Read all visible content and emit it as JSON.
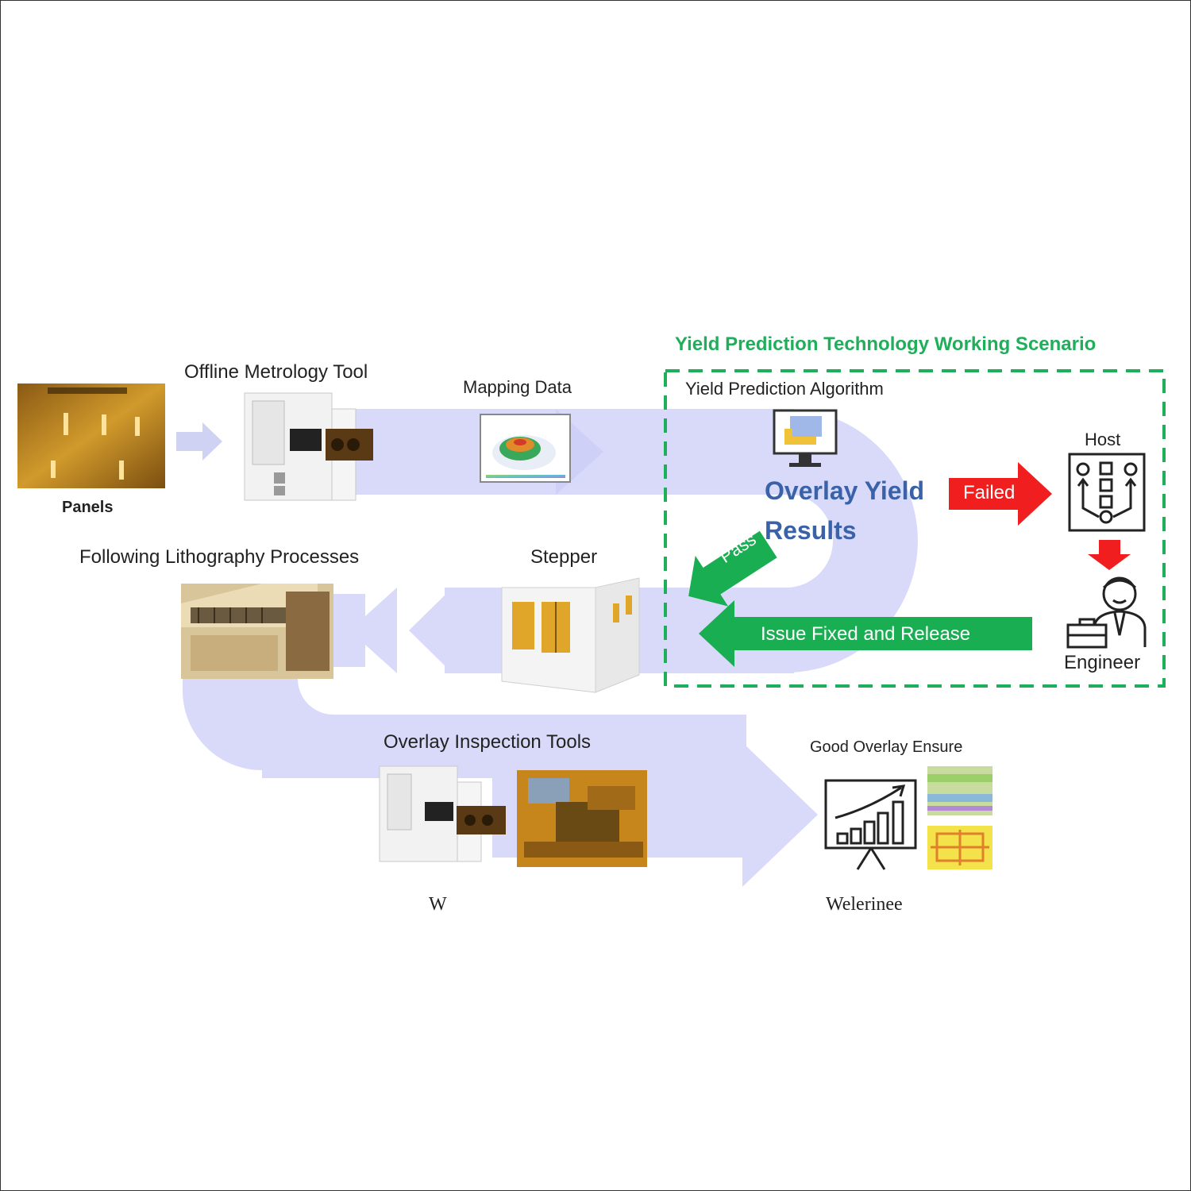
{
  "scenario": {
    "title": "Yield Prediction Technology Working Scenario",
    "algorithm_label": "Yield Prediction Algorithm",
    "results_line1": "Overlay Yield",
    "results_line2": "Results",
    "failed_label": "Failed",
    "pass_label": "Pass",
    "host_label": "Host",
    "engineer_label": "Engineer",
    "release_label": "Issue Fixed and Release"
  },
  "flow": {
    "panels_label": "Panels",
    "metrology_label": "Offline Metrology Tool",
    "mapping_label": "Mapping Data",
    "litho_label": "Following Lithography Processes",
    "stepper_label": "Stepper",
    "inspection_label": "Overlay Inspection Tools",
    "good_label": "Good Overlay Ensure",
    "inspection_caption": "W",
    "good_caption": "Welerinee"
  },
  "colors": {
    "path": "#d9dafa",
    "scenario_green": "#1fae5a",
    "failed_red": "#f01e1e",
    "pass_green": "#1aae52",
    "results_blue": "#3a62a8",
    "gold": "#c98a1a"
  },
  "icons": [
    "monitor-icon",
    "host-flow-icon",
    "engineer-icon",
    "chart-board-icon"
  ]
}
